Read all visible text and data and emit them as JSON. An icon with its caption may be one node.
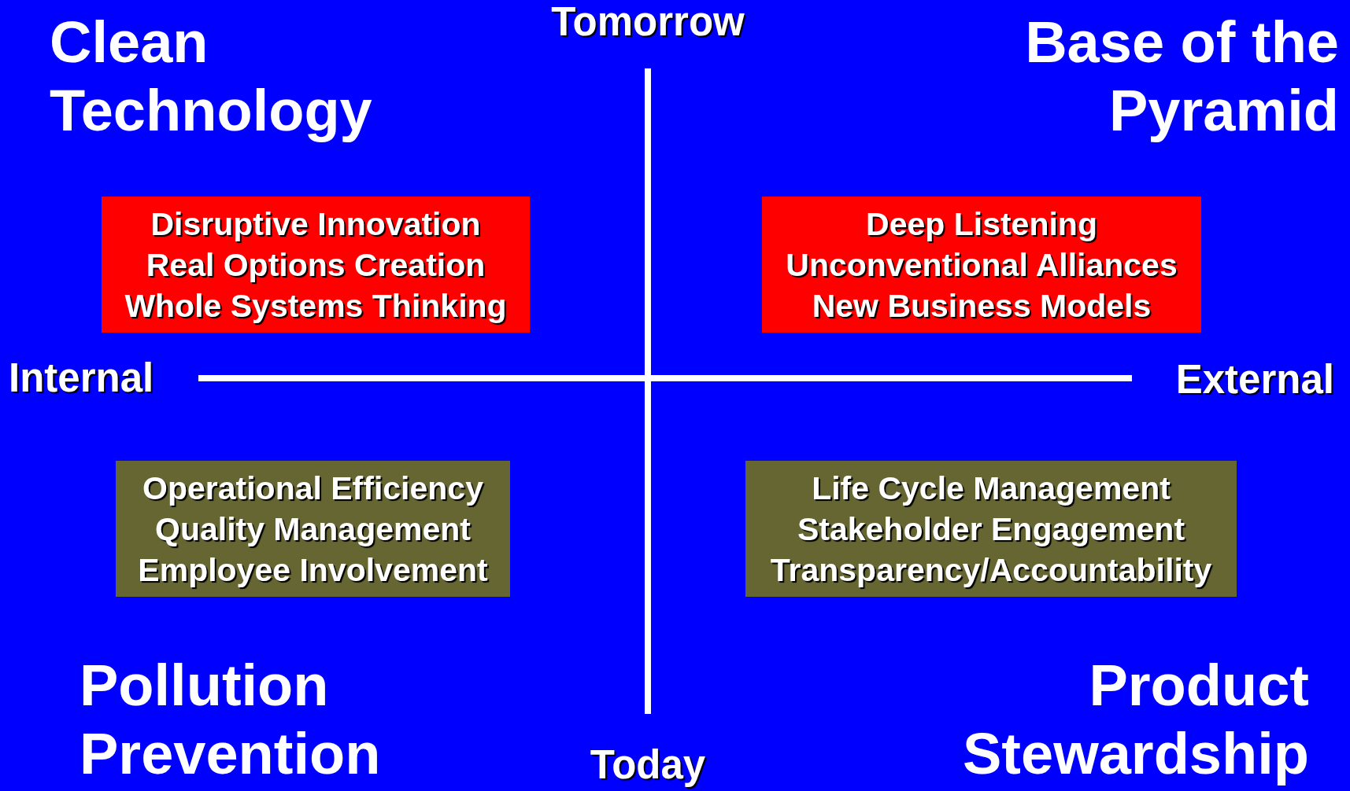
{
  "diagram": {
    "nodes": [
      {
        "text": [
          "Disruptive Innovation",
          "Real Options Creation",
          "Whole Systems Thinking"
        ]
      },
      {
        "text": [
          "Deep Listening",
          "Unconventional Alliances",
          "New Business Models"
        ]
      },
      {
        "text": [
          "Operational Efficiency",
          "Quality Management",
          "Employee Involvement"
        ]
      },
      {
        "text": [
          "Life Cycle Management",
          "Stakeholder Engagement",
          "Transparency/Accountability"
        ]
      }
    ],
    "labels": [
      "Clean Technology",
      "Tomorrow",
      "Base of the Pyramid",
      "Internal",
      "External",
      "Pollution Prevention",
      "Today",
      "Product Stewardship"
    ]
  }
}
